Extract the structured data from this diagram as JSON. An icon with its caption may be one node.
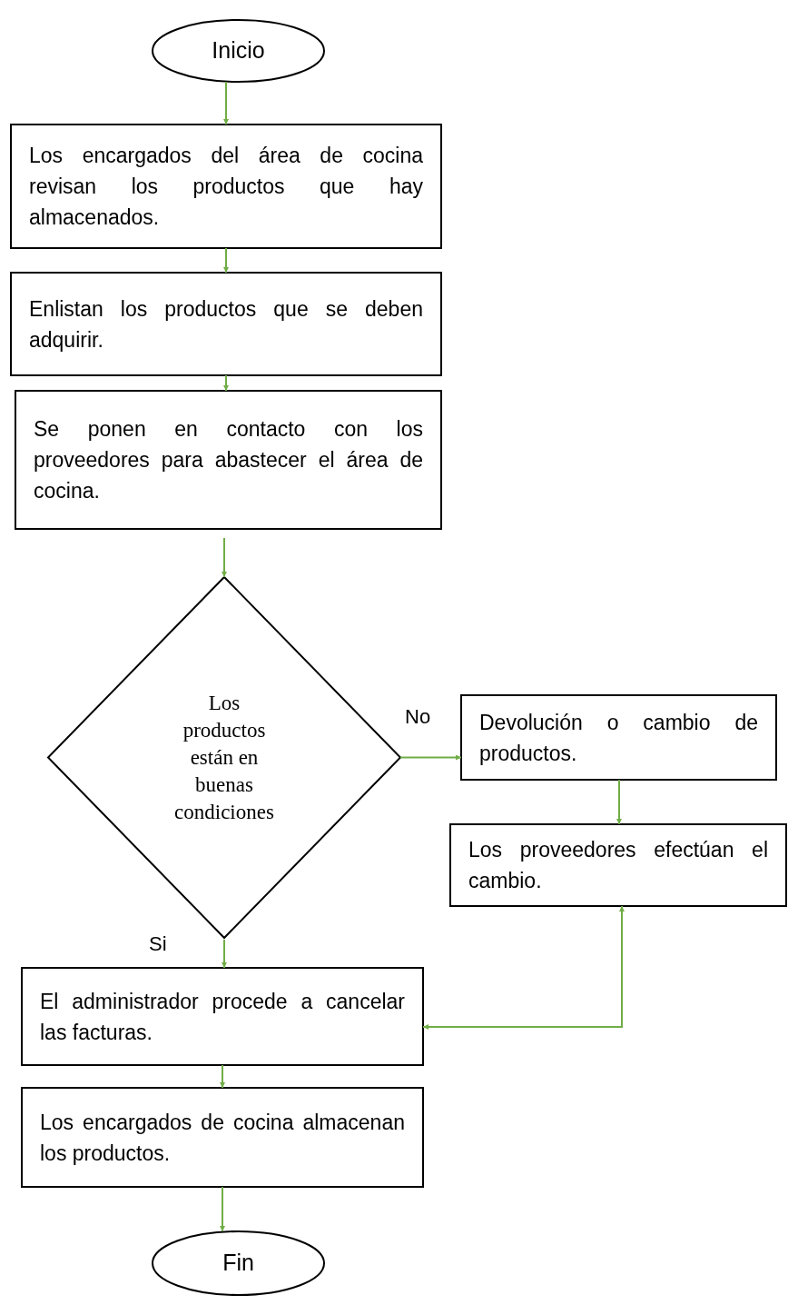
{
  "diagram": {
    "nodes": [
      {
        "text": [
          "Inicio"
        ]
      },
      {
        "text": [
          "Los encargados del área de cocina revisan los productos que hay almacenados."
        ]
      },
      {
        "text": [
          "Enlistan los productos que se deben adquirir."
        ]
      },
      {
        "text": [
          "Se ponen en contacto con los proveedores para abastecer el área de cocina."
        ]
      },
      {
        "text": [
          "Los productos están en buenas condiciones"
        ]
      },
      {
        "text": [
          "Devolución o cambio de productos."
        ]
      },
      {
        "text": [
          "Los proveedores efectúan el cambio."
        ]
      },
      {
        "text": [
          "El administrador procede a cancelar las facturas."
        ]
      },
      {
        "text": [
          "Los encargados de cocina almacenan los productos."
        ]
      },
      {
        "text": [
          "Fin"
        ]
      }
    ],
    "edges": [
      {
        "from": 0,
        "to": 1,
        "arrow": "to"
      },
      {
        "from": 1,
        "to": 2,
        "arrow": "to"
      },
      {
        "from": 2,
        "to": 3,
        "arrow": "to"
      },
      {
        "from": 3,
        "to": 4,
        "arrow": "to"
      },
      {
        "from": 4,
        "to": 5,
        "arrow": "to",
        "label": "No"
      },
      {
        "from": 5,
        "to": 6,
        "arrow": "to"
      },
      {
        "from": 4,
        "to": 7,
        "arrow": "to",
        "label": "Si"
      },
      {
        "from": 6,
        "to": 7,
        "arrow": "both"
      },
      {
        "from": 7,
        "to": 8,
        "arrow": "to"
      },
      {
        "from": 8,
        "to": 9,
        "arrow": "to"
      }
    ]
  }
}
